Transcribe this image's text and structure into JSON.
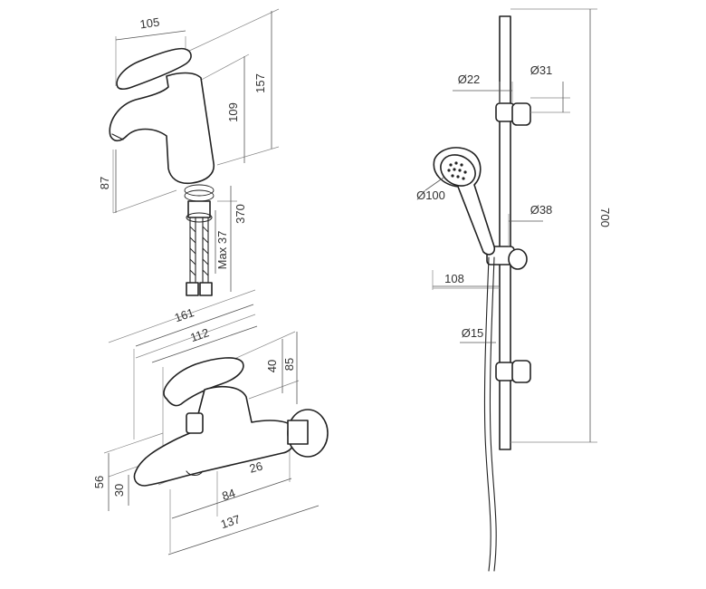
{
  "basin_mixer": {
    "dims": {
      "width": "105",
      "height_total": "157",
      "height_body": "109",
      "spout_height": "87",
      "hose_length": "370",
      "max_thickness": "Max 37"
    }
  },
  "bath_mixer": {
    "dims": {
      "total_width": "161",
      "body_width": "112",
      "lever_height": "40",
      "total_height": "85",
      "spout_height_total": "56",
      "spout_height": "30",
      "spout_offset": "84",
      "wall_offset": "26",
      "spout_length": "137"
    }
  },
  "shower_set": {
    "dims": {
      "bracket_diameter": "Ø22",
      "bracket_holder_diameter": "Ø31",
      "head_diameter": "Ø100",
      "slider_diameter": "Ø38",
      "slider_offset": "108",
      "hose_diameter": "Ø15",
      "rail_length": "700"
    }
  }
}
